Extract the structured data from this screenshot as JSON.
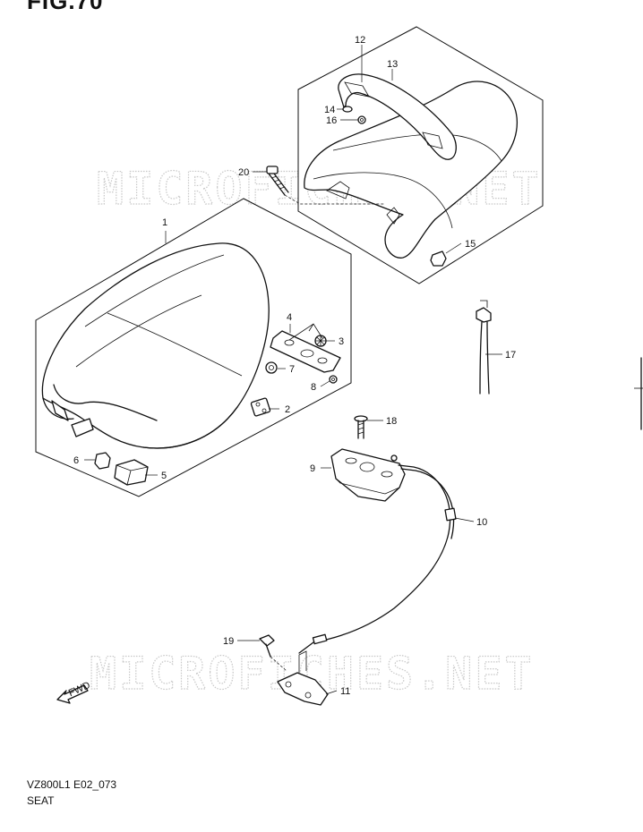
{
  "figure": {
    "number": "FIG.70",
    "code": "VZ800L1 E02_073",
    "title": "SEAT"
  },
  "watermark": {
    "text": "MICROFICHES.NET"
  },
  "direction_marker": {
    "label": "FWD"
  },
  "callouts": [
    {
      "id": "c1",
      "label": "1"
    },
    {
      "id": "c2",
      "label": "2"
    },
    {
      "id": "c3",
      "label": "3"
    },
    {
      "id": "c4",
      "label": "4"
    },
    {
      "id": "c5",
      "label": "5"
    },
    {
      "id": "c6",
      "label": "6"
    },
    {
      "id": "c7",
      "label": "7"
    },
    {
      "id": "c8",
      "label": "8"
    },
    {
      "id": "c9",
      "label": "9"
    },
    {
      "id": "c10",
      "label": "10"
    },
    {
      "id": "c11",
      "label": "11"
    },
    {
      "id": "c12",
      "label": "12"
    },
    {
      "id": "c13",
      "label": "13"
    },
    {
      "id": "c14",
      "label": "14"
    },
    {
      "id": "c15",
      "label": "15"
    },
    {
      "id": "c16",
      "label": "16"
    },
    {
      "id": "c17",
      "label": "17"
    },
    {
      "id": "c18",
      "label": "18"
    },
    {
      "id": "c19",
      "label": "19"
    },
    {
      "id": "c20",
      "label": "20"
    }
  ]
}
